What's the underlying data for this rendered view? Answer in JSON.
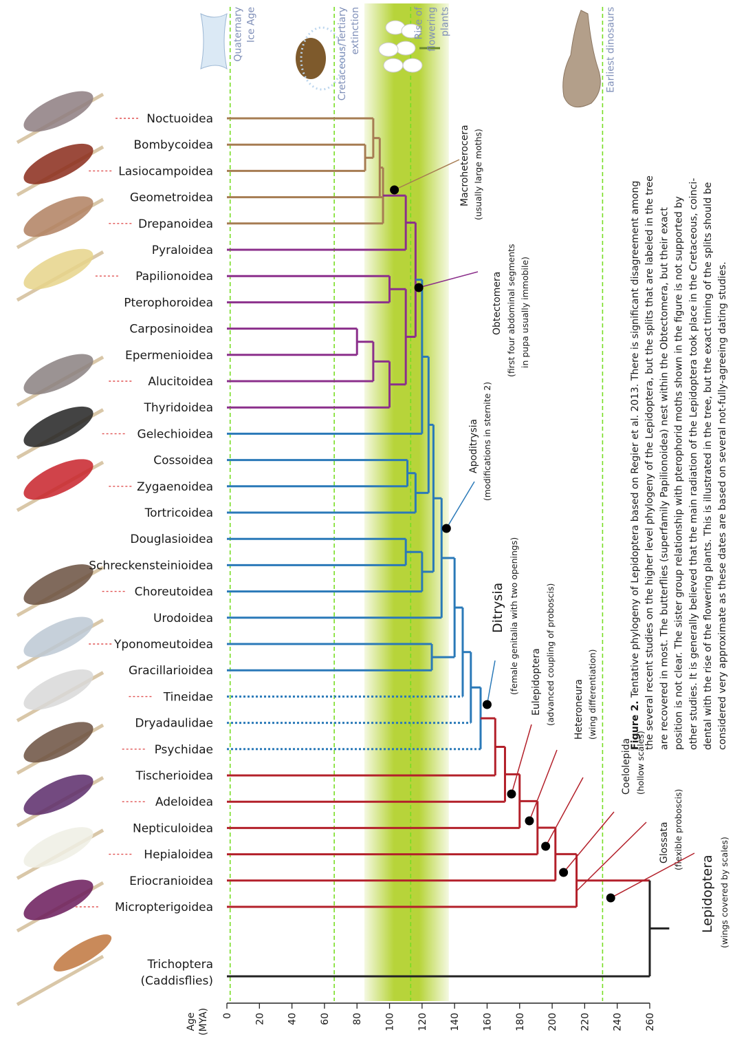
{
  "axis": {
    "title_line1": "Age",
    "title_line2": "(MYA)",
    "ticks": [
      "0",
      "20",
      "40",
      "60",
      "80",
      "100",
      "120",
      "140",
      "160",
      "180",
      "200",
      "220",
      "240",
      "260"
    ],
    "tick_values": [
      0,
      20,
      40,
      60,
      80,
      100,
      120,
      140,
      160,
      180,
      200,
      220,
      240,
      260
    ]
  },
  "events": [
    {
      "label_lines": [
        "Quaternary",
        "Ice Age"
      ],
      "age": 2
    },
    {
      "label_lines": [
        "Cretaceous/Tertiary",
        "extinction"
      ],
      "age": 66
    },
    {
      "label_lines": [
        "Rise of",
        "flowering",
        "plants"
      ],
      "age": 113
    },
    {
      "label_lines": [
        "Earliest dinosaurs"
      ],
      "age": 231
    }
  ],
  "flowering_band": {
    "from_age": 93,
    "to_age": 128,
    "color": "#b7d43a"
  },
  "colors": {
    "macro": "#a67c52",
    "obtectomera": "#8b2f8b",
    "apoditrysia": "#2a79b8",
    "basal": "#b3202a",
    "outgroup": "#222222",
    "guide": "#77dd22",
    "dashes": "#e05050"
  },
  "taxa": [
    {
      "name": "Noctuoidea",
      "pictured": true
    },
    {
      "name": "Bombycoidea",
      "pictured": false
    },
    {
      "name": "Lasiocampoidea",
      "pictured": true
    },
    {
      "name": "Geometroidea",
      "pictured": false
    },
    {
      "name": "Drepanoidea",
      "pictured": true
    },
    {
      "name": "Pyraloidea",
      "pictured": false
    },
    {
      "name": "Papilionoidea",
      "pictured": true
    },
    {
      "name": "Pterophoroidea",
      "pictured": false
    },
    {
      "name": "Carposinoidea",
      "pictured": false
    },
    {
      "name": "Epermenioidea",
      "pictured": false
    },
    {
      "name": "Alucitoidea",
      "pictured": true
    },
    {
      "name": "Thyridoidea",
      "pictured": false
    },
    {
      "name": "Gelechioidea",
      "pictured": true
    },
    {
      "name": "Cossoidea",
      "pictured": false
    },
    {
      "name": "Zygaenoidea",
      "pictured": true
    },
    {
      "name": "Tortricoidea",
      "pictured": false
    },
    {
      "name": "Douglasioidea",
      "pictured": false
    },
    {
      "name": "Schreckensteinioidea",
      "pictured": false
    },
    {
      "name": "Choreutoidea",
      "pictured": true
    },
    {
      "name": "Urodoidea",
      "pictured": false
    },
    {
      "name": "Yponomeutoidea",
      "pictured": true
    },
    {
      "name": "Gracillarioidea",
      "pictured": false
    },
    {
      "name": "Tineidae",
      "pictured": true
    },
    {
      "name": "Dryadaulidae",
      "pictured": false
    },
    {
      "name": "Psychidae",
      "pictured": true
    },
    {
      "name": "Tischerioidea",
      "pictured": false
    },
    {
      "name": "Adeloidea",
      "pictured": true
    },
    {
      "name": "Nepticuloidea",
      "pictured": false
    },
    {
      "name": "Hepialoidea",
      "pictured": true
    },
    {
      "name": "Eriocranioidea",
      "pictured": false
    },
    {
      "name": "Micropterigoidea",
      "pictured": true
    }
  ],
  "outgroup": {
    "line1": "Trichoptera",
    "line2": "(Caddisflies)"
  },
  "clades": [
    {
      "name": "Macroheterocera",
      "note": "(usually large moths)",
      "age": 103
    },
    {
      "name": "Obtectomera",
      "note_lines": [
        "(first four abdominal segments",
        "in pupa usually immobile)"
      ],
      "age": 118
    },
    {
      "name": "Apoditrysia",
      "note": "(modifications in sternite 2)",
      "age": 135
    },
    {
      "name": "Ditrysia",
      "note": "(female genitalia with two openings)",
      "age": 160
    },
    {
      "name": "Eulepidoptera",
      "note": "(advanced coupling of proboscis)",
      "age": 175
    },
    {
      "name": "Heteroneura",
      "note": "(wing differentiation)",
      "age": 186
    },
    {
      "name": "Coelolepida",
      "note": "(hollow scales)",
      "age": 196
    },
    {
      "name": "Glossata",
      "note": "(flexible proboscis)",
      "age": 207
    },
    {
      "name": "Lepidoptera",
      "note": "(wings covered by scales)",
      "age": 236
    }
  ],
  "caption": {
    "bold": "Figure 2.",
    "lines": [
      " Tentative phylogeny of Lepidoptera based on Regier et al. 2013. There is significant disagreement among",
      "the several recent studies on the higher level phylogeny of the Lepidoptera, but the splits that are labeled in the tree",
      "are recovered in most. The butterflies (superfamily Papilionoidea) nest within the Obtectomera, but their exact",
      "position is not clear. The sister group relationship with pterophorid moths shown in the figure is not supported by",
      "other studies. It is generally believed that the main radiation of the Lepidoptera took place in the Cretaceous, coinci-",
      "dental with the rise of the flowering plants. This is illustrated in the tree, but the exact timing of the splits should be",
      "considered very approximate as these dates are based on several not-fully-agreeing dating studies."
    ]
  }
}
